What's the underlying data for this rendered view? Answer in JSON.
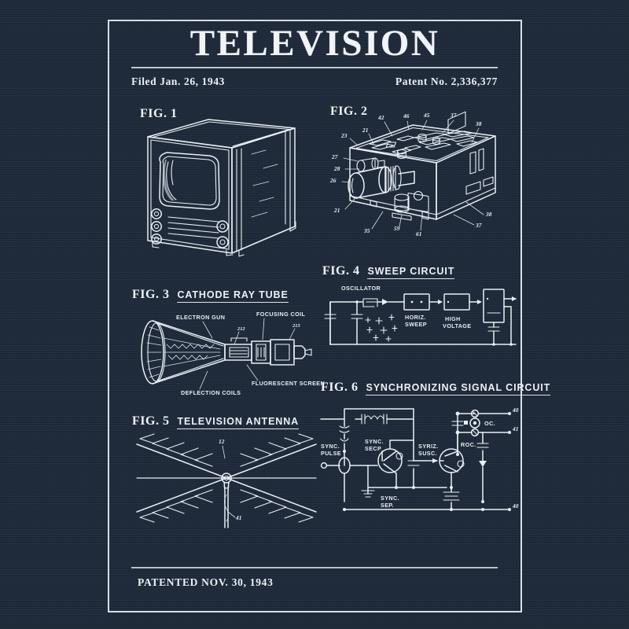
{
  "poster": {
    "title": "TELEVISION",
    "filed": "Filed Jan. 26, 1943",
    "patent_no": "Patent No. 2,336,377",
    "footer": "PATENTED NOV. 30, 1943",
    "background_color": "#1e2939",
    "ink_color": "#eaf0f6"
  },
  "figures": [
    {
      "id": "fig1",
      "number": "FIG. 1",
      "caption": "",
      "subject": "television-receiver-cabinet"
    },
    {
      "id": "fig2",
      "number": "FIG. 2",
      "caption": "",
      "subject": "receiver-chassis-perspective",
      "reference_numbers": [
        "42",
        "46",
        "45",
        "37",
        "38",
        "21",
        "23",
        "27",
        "28",
        "26",
        "21",
        "35",
        "59",
        "61",
        "38",
        "37"
      ]
    },
    {
      "id": "fig3",
      "number": "FIG. 3",
      "caption": "CATHODE RAY TUBE",
      "subject": "cathode-ray-tube-cutaway",
      "labels": [
        "ELECTRON GUN",
        "FOCUSING COIL",
        "FLUORESCENT SCREEN",
        "DEFLECTION COILS"
      ],
      "reference_numbers": [
        "212",
        "213"
      ]
    },
    {
      "id": "fig4",
      "number": "FIG. 4",
      "caption": "SWEEP CIRCUIT",
      "subject": "sweep-circuit-block-diagram",
      "blocks": [
        "OSCILLATOR",
        "HORIZ. SWEEP",
        "HIGH VOLTAGE"
      ]
    },
    {
      "id": "fig5",
      "number": "FIG. 5",
      "caption": "TELEVISION ANTENNA",
      "subject": "yagi-antenna-array",
      "reference_numbers": [
        "12",
        "41"
      ]
    },
    {
      "id": "fig6",
      "number": "FIG. 6",
      "caption": "SYNCHRONIZING SIGNAL CIRCUIT",
      "subject": "synchronizing-signal-schematic",
      "labels": [
        "SYNC. PULSE",
        "SYNC. SECP",
        "SYNC. SEP.",
        "SYRIZ. SUSC.",
        "ROC.",
        "OC."
      ],
      "reference_numbers": [
        "40",
        "41",
        "40"
      ]
    }
  ],
  "fig3_labels": {
    "electron_gun": "ELECTRON GUN",
    "focusing_coil": "FOCUSING COIL",
    "fluorescent_screen": "FLUORESCENT SCREEN",
    "deflection_coils": "DEFLECTION COILS",
    "ref_212": "212",
    "ref_213": "213"
  },
  "fig4_labels": {
    "oscillator": "OSCILLATOR",
    "horiz_sweep": "HORIZ. SWEEP",
    "high_voltage": "HIGH VOLTAGE"
  },
  "fig5_labels": {
    "ref_12": "12",
    "ref_41": "41"
  },
  "fig6_labels": {
    "sync_pulse": "SYNC. PULSE",
    "sync_secp": "SYNC. SECP",
    "sync_sep": "SYNC. SEP.",
    "syriz_susc": "SYRIZ. SUSC.",
    "roc": "ROC.",
    "oc": "OC.",
    "ref_40_top": "40",
    "ref_41": "41",
    "ref_40_bot": "40"
  },
  "fig2_labels": {
    "n42": "42",
    "n46": "46",
    "n45": "45",
    "n37t": "37",
    "n38t": "38",
    "n21t": "21",
    "n23": "23",
    "n27": "27",
    "n28": "28",
    "n26": "26",
    "n21b": "21",
    "n35": "35",
    "n59": "59",
    "n61": "61",
    "n38b": "38",
    "n37b": "37"
  }
}
